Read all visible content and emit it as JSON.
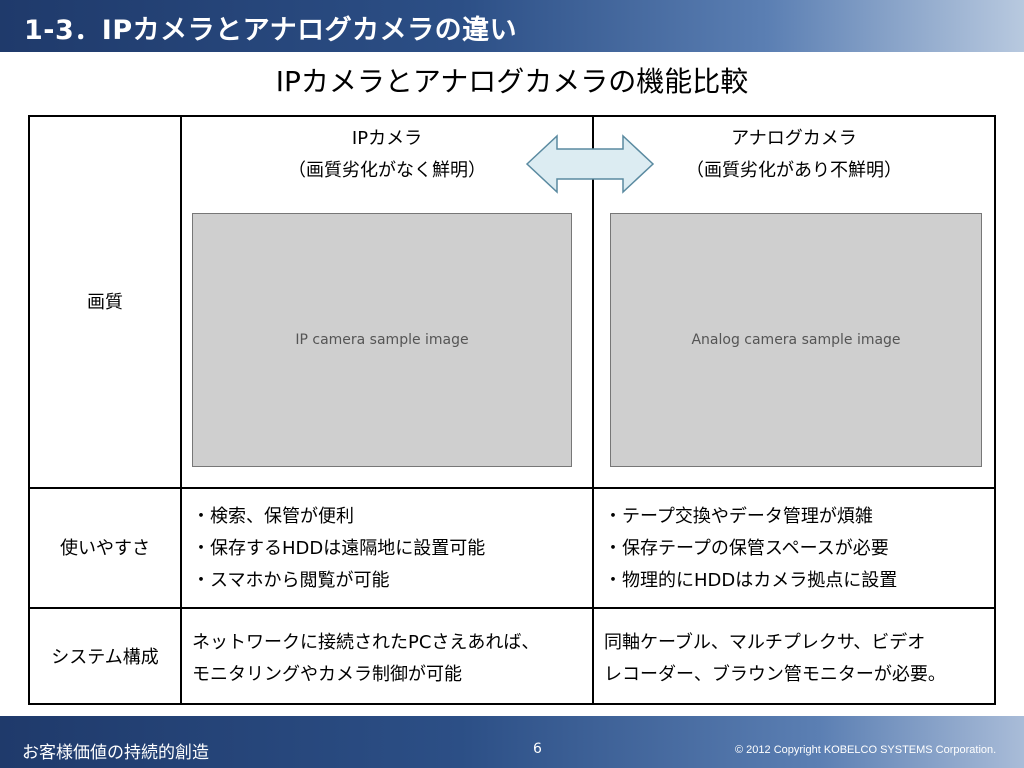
{
  "header": {
    "title": "1-3．IPカメラとアナログカメラの違い"
  },
  "slide_title": "IPカメラとアナログカメラの機能比較",
  "table": {
    "ip_header": [
      "IPカメラ",
      "（画質劣化がなく鮮明）"
    ],
    "analog_header": [
      "アナログカメラ",
      "（画質劣化があり不鮮明）"
    ],
    "rows": {
      "quality": {
        "label": "画質",
        "ip_image": "IP camera sample image",
        "analog_image": "Analog camera sample image"
      },
      "usability": {
        "label": "使いやすさ",
        "ip": [
          "・検索、保管が便利",
          "・保存するHDDは遠隔地に設置可能",
          "・スマホから閲覧が可能"
        ],
        "analog": [
          "・テープ交換やデータ管理が煩雑",
          "・保存テープの保管スペースが必要",
          "・物理的にHDDはカメラ拠点に設置"
        ]
      },
      "system": {
        "label": "システム構成",
        "ip": [
          "ネットワークに接続されたPCさえあれば、",
          "モニタリングやカメラ制御が可能"
        ],
        "analog": [
          "同軸ケーブル、マルチプレクサ、ビデオ",
          "レコーダー、ブラウン管モニターが必要。"
        ]
      }
    }
  },
  "footer": {
    "slogan": "お客様価値の持続的創造",
    "page": "6",
    "copyright": "©  2012 Copyright  KOBELCO SYSTEMS Corporation."
  },
  "colors": {
    "header": "#2c4f86",
    "arrow_fill": "#dcecf2",
    "arrow_stroke": "#5a8aa0"
  }
}
